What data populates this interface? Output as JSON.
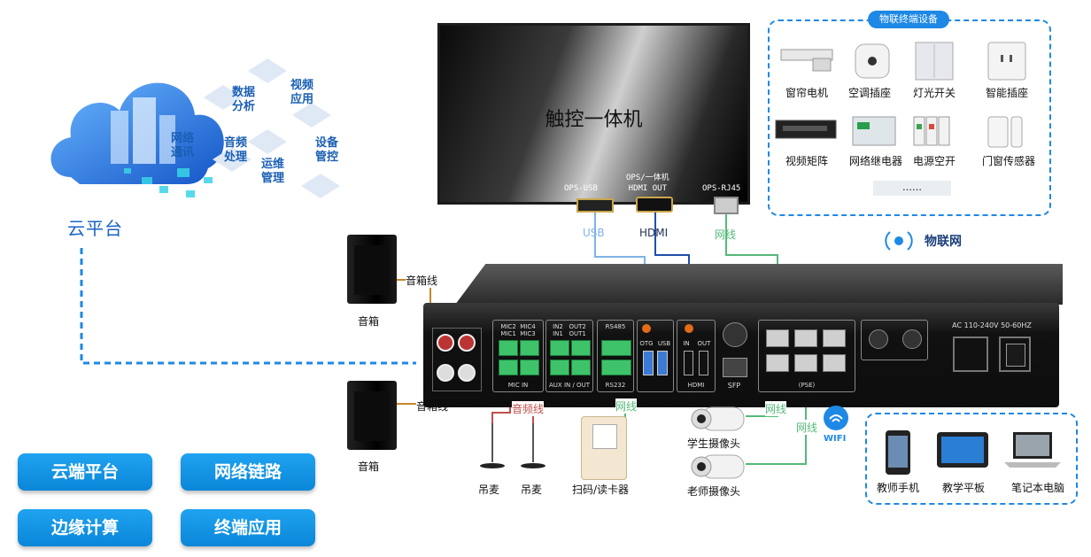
{
  "cloud": {
    "title": "云平台",
    "words": {
      "data_analysis": "数据\n分析",
      "video_apps": "视频\n应用",
      "network_comm": "网络\n通讯",
      "audio_proc": "音频\n处理",
      "device_mgmt": "设备\n管控",
      "ops": "运维\n管理"
    }
  },
  "buttons": [
    "云端平台",
    "网络链路",
    "边缘计算",
    "终端应用"
  ],
  "tv": {
    "title": "触控一体机",
    "port_usb": "OPS-USB",
    "port_hdmi": "OPS/一体机\nHDMI OUT",
    "port_rj45": "OPS-RJ45"
  },
  "links": {
    "usb": "USB",
    "hdmi": "HDMI",
    "net1": "网线",
    "spk1": "音箱线",
    "spk2": "音箱线",
    "audio": "音频线",
    "net2": "网线",
    "net3": "网线",
    "net4": "网线"
  },
  "iot_box": {
    "title": "物联终端设备",
    "devices": [
      "窗帘电机",
      "空调插座",
      "灯光开关",
      "智能插座",
      "视频矩阵",
      "网络继电器",
      "电源空开",
      "门窗传感器"
    ],
    "more": "……"
  },
  "iot_brand": "物联网",
  "device_panel": {
    "mic": "MIC2  MIC4\nMIC1  MIC3",
    "mic_foot": "MIC IN",
    "aux": "IN2   OUT2\nIN1   OUT1",
    "aux_foot": "AUX IN / OUT",
    "rs485": "RS485",
    "rs232": "RS232",
    "otg": "OTG",
    "usb": "USB",
    "hdmi_in": "IN",
    "hdmi_out": "OUT",
    "hdmi_foot": "HDMI",
    "sfp": "SFP",
    "pse": "(PSE)",
    "power": "AC 110-240V 50-60HZ"
  },
  "captions": {
    "speaker1": "音箱",
    "speaker2": "音箱",
    "mic1": "吊麦",
    "mic2": "吊麦",
    "card_reader": "扫码/读卡器",
    "student_cam": "学生摄像头",
    "teacher_cam": "老师摄像头",
    "wifi": "WIFI"
  },
  "terminals": [
    "教师手机",
    "教学平板",
    "笔记本电脑"
  ],
  "colors": {
    "brand_blue": "#1e88e5",
    "usb_line": "#7fb3e8",
    "hdmi_line": "#1f4fa8",
    "net_line": "#55b97a",
    "speaker_line": "#c8862a",
    "audio_line": "#c0504d"
  }
}
